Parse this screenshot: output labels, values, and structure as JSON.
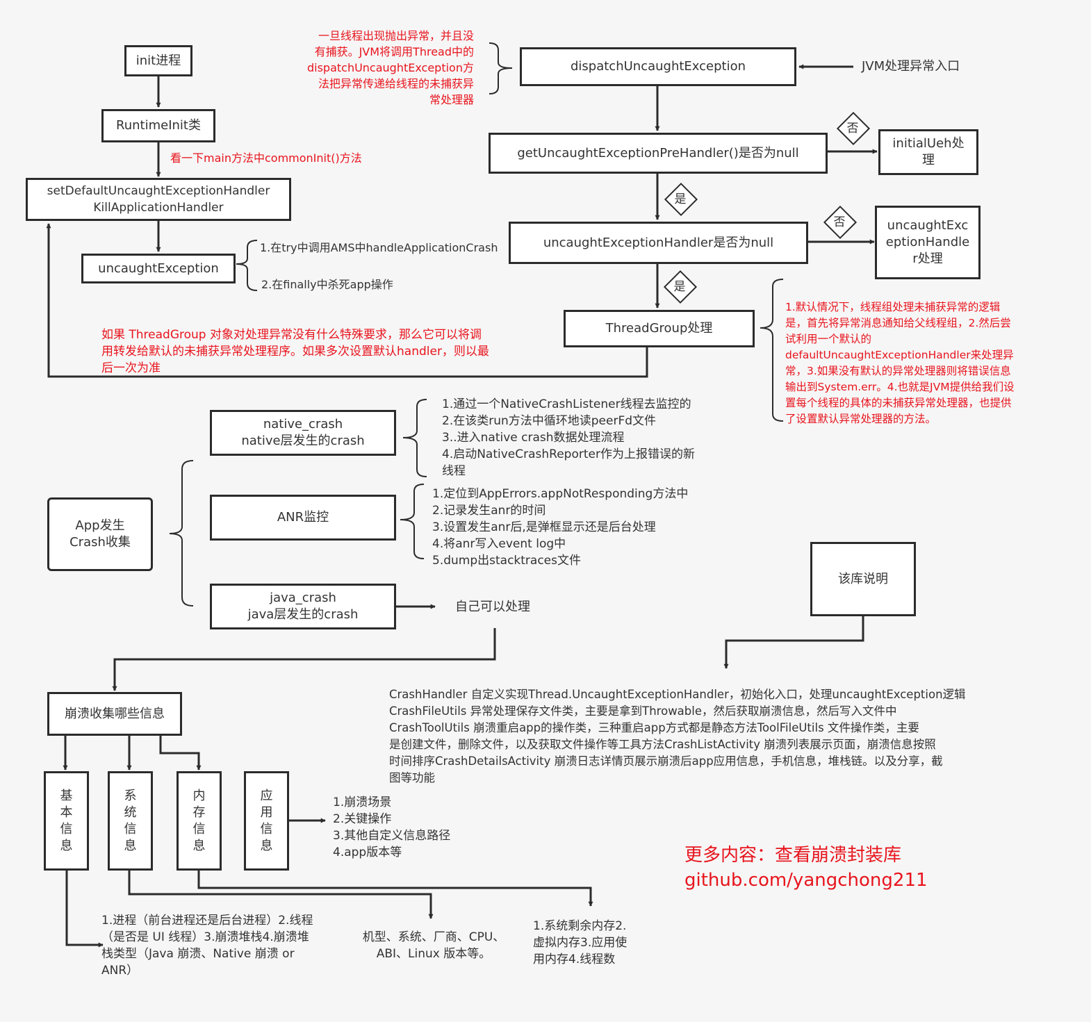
{
  "boxes": {
    "init": "init进程",
    "runtime_init": "RuntimeInit类",
    "set_default_handler": "setDefaultUncaughtExceptionHandler\nKillApplicationHandler",
    "uncaught_exception": "uncaughtException",
    "dispatch": "dispatchUncaughtException",
    "get_pre_handler": "getUncaughtExceptionPreHandler()是否为null",
    "initial_ueh": "initialUeh处\n理",
    "handler_null": "uncaughtExceptionHandler是否为null",
    "handler_process": "uncaughtExc\neptionHandle\nr处理",
    "thread_group": "ThreadGroup处理",
    "native_crash": "native_crash\nnative层发生的crash",
    "anr": "ANR监控",
    "java_crash": "java_crash\njava层发生的crash",
    "app_crash": "App发生\nCrash收集",
    "library_desc": "该库说明",
    "crash_info": "崩溃收集哪些信息",
    "basic_info": "基\n本\n信\n息",
    "system_info": "系\n统\n信\n息",
    "memory_info": "内\n存\n信\n息",
    "app_info": "应\n用\n信\n息"
  },
  "decisions": {
    "no_1": "否",
    "yes_1": "是",
    "no_2": "否",
    "yes_2": "是"
  },
  "notes": {
    "jvm_dispatch": "一旦线程出现抛出异常，并且没\n有捕获。JVM将调用Thread中的\ndispatchUncaughtException方\n法把异常传递给线程的未捕获异\n常处理器",
    "jvm_entry": "JVM处理异常入口",
    "common_init": "看一下main方法中commonInit()方法",
    "try_ams": "1.在try中调用AMS中handleApplicationCrash",
    "finally_kill": "2.在finally中杀死app操作",
    "thread_group_note": "如果 ThreadGroup 对象对处理异常没有什么特殊要求，那么它可以将调\n用转发给默认的未捕获异常处理程序。如果多次设置默认handler，则以最\n后一次为准",
    "default_logic": "1.默认情况下，线程组处理未捕获异常的逻辑\n是，首先将异常消息通知给父线程组，2.然后尝\n试利用一个默认的\ndefaultUncaughtExceptionHandler来处理异\n常，3.如果没有默认的异常处理器则将错误信息\n输出到System.err。4.也就是JVM提供给我们设\n置每个线程的具体的未捕获异常处理器，也提供\n了设置默认异常处理器的方法。",
    "native_steps": "1.通过一个NativeCrashListener线程去监控的\n2.在该类run方法中循环地读peerFd文件\n3..进入native crash数据处理流程\n4.启动NativeCrashReporter作为上报错误的新\n线程",
    "anr_steps": "1.定位到AppErrors.appNotResponding方法中\n2.记录发生anr的时间\n3.设置发生anr后,是弹框显示还是后台处理\n4.将anr写入event log中\n5.dump出stacktraces文件",
    "self_handle": "自己可以处理",
    "library_text": "CrashHandler    自定义实现Thread.UncaughtExceptionHandler，初始化入口，处理uncaughtException逻辑\nCrashFileUtils       异常处理保存文件类，主要是拿到Throwable，然后获取崩溃信息，然后写入文件中\nCrashToolUtils       崩溃重启app的操作类，三种重启app方式都是静态方法ToolFileUtils        文件操作类，主要\n是创建文件，删除文件，以及获取文件操作等工具方法CrashListActivity        崩溃列表展示页面，崩溃信息按照\n时间排序CrashDetailsActivity          崩溃日志详情页展示崩溃后app应用信息，手机信息，堆栈链。以及分享，截\n图等功能",
    "app_info_list": "1.崩溃场景\n2.关键操作\n3.其他自定义信息路径\n4.app版本等",
    "basic_info_list": "1.进程（前台进程还是后台进程）2.线程\n（是否是 UI 线程）3.崩溃堆栈4.崩溃堆\n栈类型（Java 崩溃、Native 崩溃 or\nANR）",
    "system_info_list": "机型、系统、厂商、CPU、\nABI、Linux 版本等。",
    "memory_info_list": "1.系统剩余内存2.\n虚拟内存3.应用使\n用内存4.线程数",
    "more_title": "更多内容：查看崩溃封装库",
    "more_url": "github.com/yangchong211"
  },
  "colors": {
    "accent_red": "#e8141d",
    "stroke": "#2b2b2b"
  }
}
